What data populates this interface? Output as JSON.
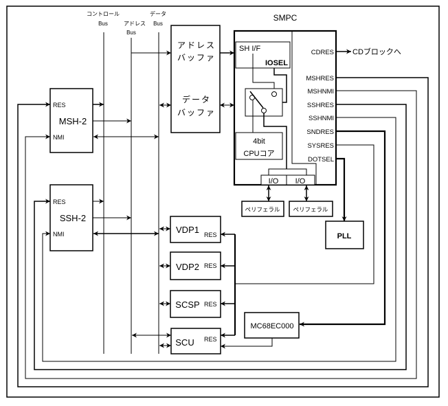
{
  "colors": {
    "line": "#000000",
    "background": "#ffffff"
  },
  "buses": {
    "control": {
      "label_top": "コントロール",
      "label_bottom": "Bus"
    },
    "address": {
      "label_top": "アドレス",
      "label_bottom": "Bus"
    },
    "data": {
      "label_top": "データ",
      "label_bottom": "Bus"
    }
  },
  "buffer": {
    "address_line1": "アドレス",
    "address_line2": "バッファ",
    "data_line1": "データ",
    "data_line2": "バッファ"
  },
  "cpus": [
    {
      "name": "MSH-2",
      "res": "RES",
      "nmi": "NMI"
    },
    {
      "name": "SSH-2",
      "res": "RES",
      "nmi": "NMI"
    }
  ],
  "smpc": {
    "title": "SMPC",
    "sh_if": "SH I/F",
    "iosel": "IOSEL",
    "cpu_core_line1": "4bit",
    "cpu_core_line2": "CPUコア",
    "io": [
      "I/O",
      "I/O"
    ],
    "signals": [
      "CDRES",
      "MSHRES",
      "MSHNMI",
      "SSHRES",
      "SSHNMI",
      "SNDRES",
      "SYSRES",
      "DOTSEL"
    ],
    "cd_target": "CDブロックへ"
  },
  "peripherals": [
    "ペリフェラル",
    "ペリフェラル"
  ],
  "pll": "PLL",
  "devices": [
    {
      "name": "VDP1",
      "res": "RES"
    },
    {
      "name": "VDP2",
      "res": "RES"
    },
    {
      "name": "SCSP",
      "res": "RES"
    },
    {
      "name": "SCU",
      "res": "RES"
    }
  ],
  "sound_cpu": "MC68EC000"
}
